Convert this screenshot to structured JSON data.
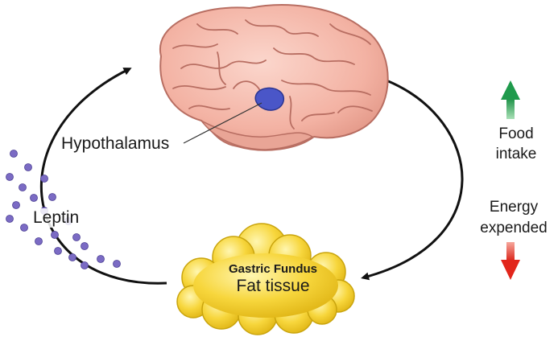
{
  "labels": {
    "hypothalamus": "Hypothalamus",
    "leptin": "Leptin",
    "food_intake_line1": "Food",
    "food_intake_line2": "intake",
    "energy_line1": "Energy",
    "energy_line2": "expended",
    "gastric_fundus": "Gastric Fundus",
    "fat_tissue": "Fat tissue"
  },
  "colors": {
    "brain_fill": "#f5b8ab",
    "brain_stroke": "#b86e62",
    "hypothalamus_fill": "#4a56c8",
    "fat_fill": "#f7d63c",
    "fat_stroke": "#c9a40d",
    "leptin_dot": "#7b6bc4",
    "arrow_up": "#1f9a4c",
    "arrow_down": "#e2261b",
    "cycle_arrow": "#111111"
  },
  "indicators": {
    "food_intake_direction": "up",
    "energy_expended_direction": "down"
  }
}
